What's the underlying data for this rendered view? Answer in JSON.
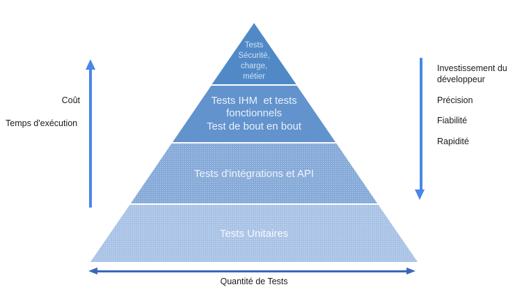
{
  "diagram_type": "test-pyramid",
  "pyramid": {
    "levels": [
      {
        "id": "tests-securite-charge-metier",
        "lines": [
          "Tests",
          "Sécurité,",
          "charge,",
          "métier"
        ],
        "color": "#5189c7",
        "text_color": "#cfe0f2"
      },
      {
        "id": "tests-ihm-fonctionnels-bout-en-bout",
        "lines": [
          "Tests IHM  et tests",
          "fonctionnels",
          "Test de bout en bout"
        ],
        "color": "#6293cd",
        "text_color": "#e9f1fa"
      },
      {
        "id": "tests-integrations-api",
        "lines": [
          "Tests d'intégrations et API"
        ],
        "color": "#86aad8",
        "text_color": "#eef4fb"
      },
      {
        "id": "tests-unitaires",
        "lines": [
          "Tests Unitaires"
        ],
        "color": "#a9c3e6",
        "text_color": "#f4f8fd"
      }
    ]
  },
  "left_axis": {
    "direction": "up",
    "labels": [
      "Coût",
      "Temps d'exécution"
    ],
    "arrow_color": "#4a86e8"
  },
  "right_axis": {
    "direction": "down",
    "labels": [
      "Investissement du développeur",
      "Précision",
      "Fiabilité",
      "Rapidité"
    ],
    "arrow_color": "#4a86e8"
  },
  "bottom_axis": {
    "direction": "left-right",
    "label": "Quantité de Tests",
    "arrow_color": "#3a67b8"
  }
}
